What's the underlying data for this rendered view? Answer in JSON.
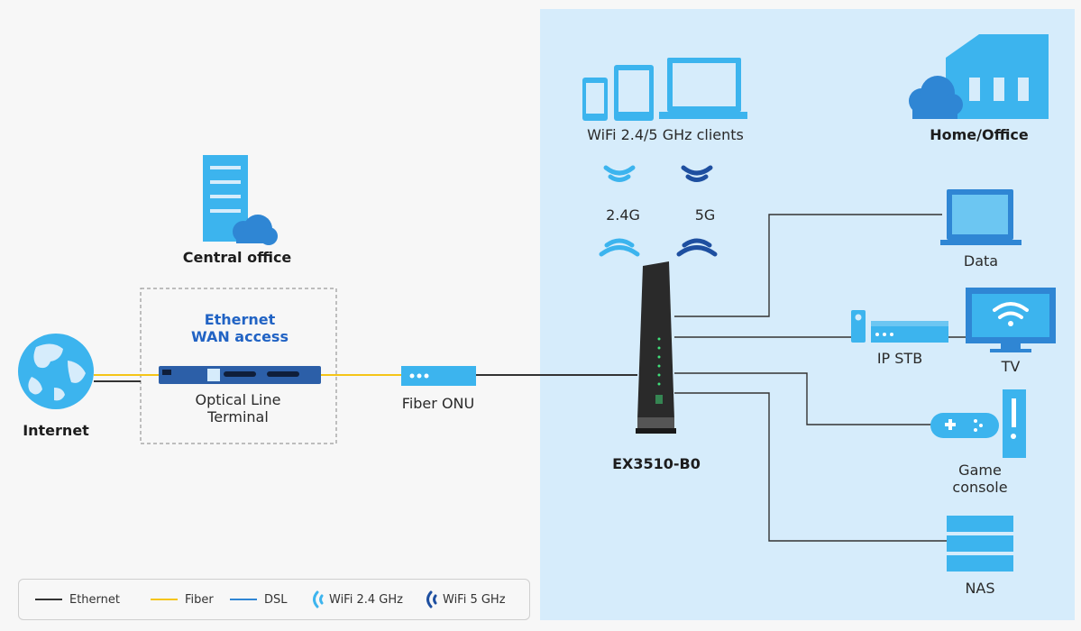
{
  "diagram": {
    "internet": "Internet",
    "central_office": "Central office",
    "ethernet_wan_title_line1": "Ethernet",
    "ethernet_wan_title_line2": "WAN access",
    "olt_line1": "Optical Line",
    "olt_line2": "Terminal",
    "fiber_onu": "Fiber ONU",
    "wifi_clients": "WiFi 2.4/5 GHz clients",
    "band_24": "2.4G",
    "band_5": "5G",
    "router": "EX3510-B0",
    "home_office": "Home/Office",
    "data": "Data",
    "ip_stb": "IP STB",
    "tv": "TV",
    "game_line1": "Game",
    "game_line2": "console",
    "nas": "NAS"
  },
  "legend": {
    "ethernet": "Ethernet",
    "fiber": "Fiber",
    "dsl": "DSL",
    "wifi24": "WiFi 2.4 GHz",
    "wifi5": "WiFi 5 GHz"
  },
  "colors": {
    "home_bg": "#d6ecfb",
    "light_blue": "#3cb4ee",
    "dark_blue": "#1e4fa0",
    "mid_blue": "#2f86d4",
    "fiber": "#f5c518",
    "ethernet": "#333333",
    "dsl": "#2f86d4"
  }
}
